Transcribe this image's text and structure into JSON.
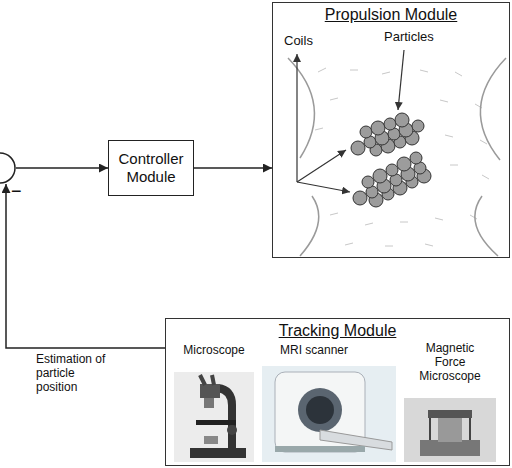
{
  "diagram": {
    "nodes": [
      {
        "text": [
          "−"
        ]
      },
      {
        "text": [
          "Controller Module"
        ]
      },
      {
        "text": [
          "Propulsion Module"
        ]
      },
      {
        "text": [
          "Tracking Module"
        ]
      }
    ],
    "edges": [
      {
        "from": 0,
        "to": 1,
        "arrow": "to"
      },
      {
        "from": 1,
        "to": 2,
        "arrow": "to"
      },
      {
        "from": 3,
        "to": 0,
        "arrow": "to",
        "label": "Estimation of particle position"
      }
    ],
    "labels": [
      "Coils",
      "Particles",
      "Microscope",
      "MRI scanner",
      "Magnetic Force Microscope"
    ]
  }
}
